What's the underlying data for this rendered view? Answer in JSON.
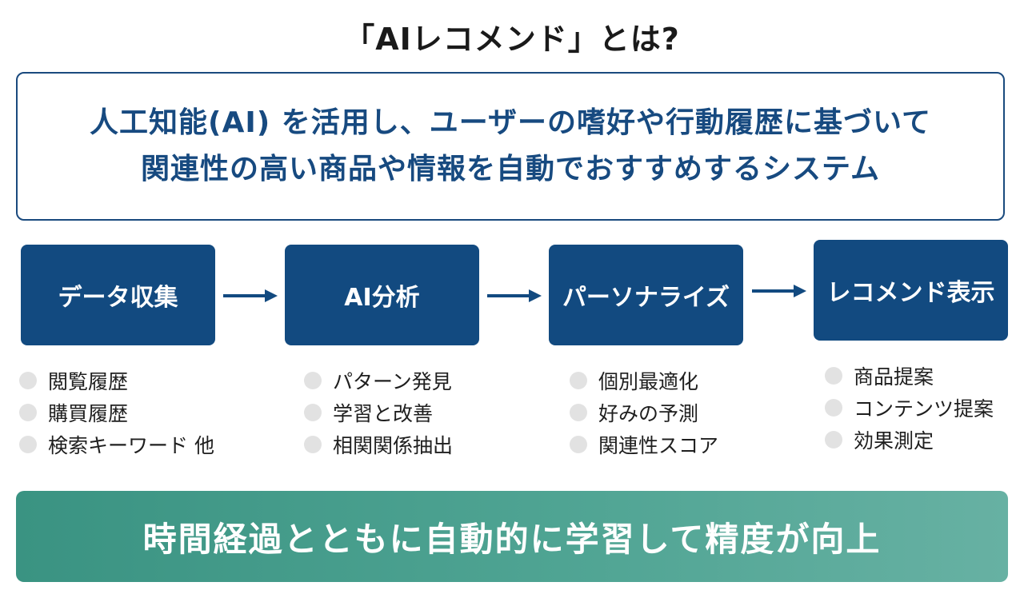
{
  "title": "「AIレコメンド」とは?",
  "definition": {
    "line1": "人工知能(AI) を活用し、ユーザーの嗜好や行動履歴に基づいて",
    "line2": "関連性の高い商品や情報を自動でおすすめするシステム"
  },
  "steps": [
    {
      "label": "データ収集",
      "items": [
        "閲覧履歴",
        "購買履歴",
        "検索キーワード 他"
      ]
    },
    {
      "label": "AI分析",
      "items": [
        "パターン発見",
        "学習と改善",
        "相関関係抽出"
      ]
    },
    {
      "label": "パーソナライズ",
      "items": [
        "個別最適化",
        "好みの予測",
        "関連性スコア"
      ]
    },
    {
      "label": "レコメンド表示",
      "items": [
        "商品提案",
        "コンテンツ提案",
        "効果測定"
      ]
    }
  ],
  "banner": "時間経過とともに自動的に学習して精度が向上",
  "colors": {
    "primary_navy": "#124a80",
    "definition_text": "#174a80",
    "banner_green": "#4fa493",
    "bullet_gray": "#e2e2e2"
  }
}
